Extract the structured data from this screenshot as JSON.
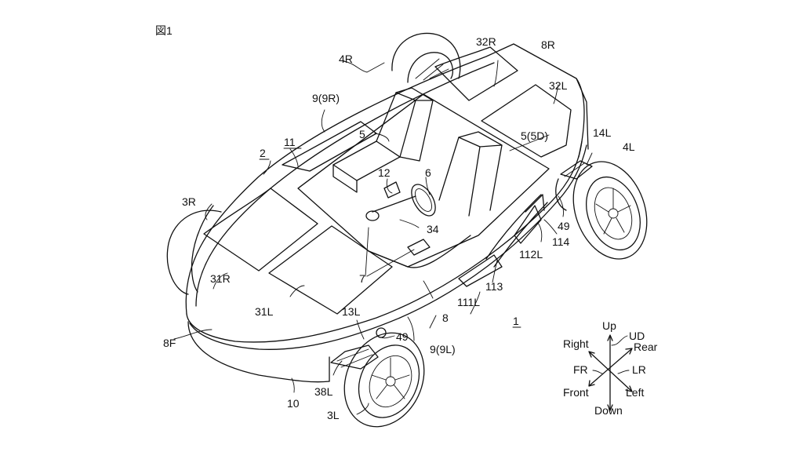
{
  "figure": {
    "title": "図1",
    "line_color": "#111111",
    "background": "#ffffff"
  },
  "labels": {
    "vehicle": "1",
    "body": "2",
    "front_right_wheel": "3R",
    "front_left_wheel": "3L",
    "rear_right_wheel": "4R",
    "rear_left_wheel": "4L",
    "seat": "5",
    "driver_seat": "5(5D)",
    "steering_wheel": "6",
    "pedals": "7",
    "side_member": "8",
    "front_cover": "8F",
    "rear_cover": "8R",
    "right_frame": "9(9R)",
    "left_frame": "9(9L)",
    "underbody": "10",
    "cabin": "11",
    "lever": "12",
    "front_suspension": "13L",
    "rear_suspension": "14L",
    "front_right_panel": "31R",
    "front_left_panel": "31L",
    "rear_right_panel": "32R",
    "rear_left_panel": "32L",
    "steering_column": "34",
    "front_arm": "38L",
    "damper_front": "49",
    "damper_rear": "49",
    "opening_front": "111L",
    "opening_rear": "112L",
    "vent": "113",
    "grille": "114"
  },
  "axes_legend": {
    "up": "Up",
    "down": "Down",
    "right": "Right",
    "left": "Left",
    "front": "Front",
    "rear": "Rear",
    "ud": "UD",
    "fr": "FR",
    "lr": "LR"
  }
}
